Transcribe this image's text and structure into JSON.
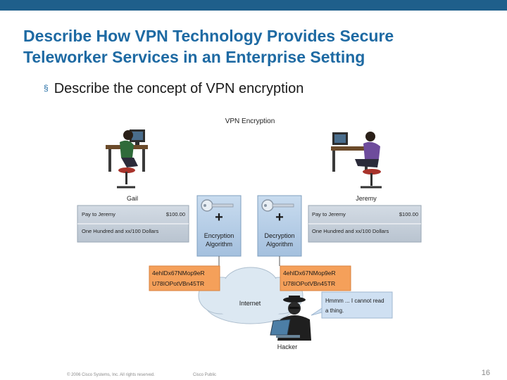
{
  "header": {
    "title_line1": "Describe How VPN Technology Provides Secure",
    "title_line2": "Teleworker Services in an Enterprise Setting"
  },
  "bullet": {
    "marker": "§",
    "text": "Describe the concept of VPN encryption"
  },
  "diagram": {
    "title": "VPN Encryption",
    "sender": "Gail",
    "receiver": "Jeremy",
    "attacker": "Hacker",
    "cloud_label": "Internet",
    "check_left": {
      "payee": "Pay to Jeremy",
      "amount": "$100.00",
      "words": "One Hundred and xx/100 Dollars"
    },
    "check_right": {
      "payee": "Pay to Jeremy",
      "amount": "$100.00",
      "words": "One Hundred and xx/100 Dollars"
    },
    "encrypt_box": {
      "line1": "Encryption",
      "line2": "Algorithm"
    },
    "decrypt_box": {
      "line1": "Decryption",
      "line2": "Algorithm"
    },
    "cipher_left": {
      "line1": "4ehIDx67NMop9eR",
      "line2": "U78IOPotVBn45TR"
    },
    "cipher_right": {
      "line1": "4ehIDx67NMop9eR",
      "line2": "U78IOPotVBn45TR"
    },
    "speech": {
      "line1": "Hmmm ... I cannot read",
      "line2": "a thing."
    },
    "plus_symbol": "+"
  },
  "footer": {
    "copyright": "© 2006 Cisco Systems, Inc. All rights reserved.",
    "classification": "Cisco Public",
    "page_number": "16"
  },
  "colors": {
    "top_bar": "#1f5f8b",
    "title": "#1e6aa3",
    "check_box": "#c4ced9",
    "algorithm_box": "#b3cce6",
    "cipher_box": "#f5a05a",
    "speech_box": "#cfe0f2",
    "cloud": "#dce8f2"
  }
}
